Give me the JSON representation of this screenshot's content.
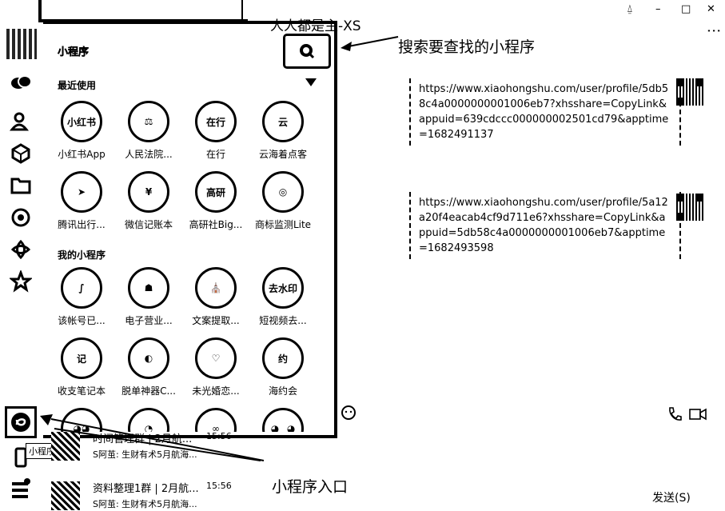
{
  "window": {
    "header_title": "人人都是主-XS",
    "pin_icon": "⍙",
    "minimize": "–",
    "maximize": "□",
    "close": "✕",
    "more": "⋮"
  },
  "panel": {
    "title": "小程序",
    "recent_section": "最近使用",
    "my_section": "我的小程序",
    "recent_apps": [
      {
        "label": "小红书App",
        "glyph": "小红书"
      },
      {
        "label": "人民法院...",
        "glyph": "⚖"
      },
      {
        "label": "在行",
        "glyph": "在行"
      },
      {
        "label": "云海着点客",
        "glyph": "云"
      },
      {
        "label": "腾讯出行...",
        "glyph": "➤"
      },
      {
        "label": "微信记账本",
        "glyph": "¥"
      },
      {
        "label": "高研社Big...",
        "glyph": "高研"
      },
      {
        "label": "商标监测Lite",
        "glyph": "◎"
      }
    ],
    "my_apps": [
      {
        "label": "该帐号已...",
        "glyph": "∫"
      },
      {
        "label": "电子营业...",
        "glyph": "☗"
      },
      {
        "label": "文案提取...",
        "glyph": "⛪"
      },
      {
        "label": "短视频去...",
        "glyph": "去水印"
      },
      {
        "label": "收支笔记本",
        "glyph": "记"
      },
      {
        "label": "脱单神器C...",
        "glyph": "◐"
      },
      {
        "label": "未光婚恋...",
        "glyph": "♡"
      },
      {
        "label": "海约会",
        "glyph": "约"
      }
    ],
    "bottom_row_glyphs": [
      "◕◕",
      "◔",
      "∞",
      "◕‿◕"
    ]
  },
  "sidebar": {
    "tooltip": "小程序面板"
  },
  "chat_list": [
    {
      "name": "时间管理群 | 2月航...",
      "time": "15:56",
      "snippet": "S阿茧: 生财有术5月航海..."
    },
    {
      "name": "资料整理1群 | 2月航...",
      "time": "15:56",
      "snippet": "S阿茧: 生财有术5月航海..."
    }
  ],
  "messages": [
    {
      "text": "https://www.xiaohongshu.com/user/profile/5db58c4a0000000001006eb7?xhsshare=CopyLink&appuid=639cdccc000000002501cd79&apptime=1682491137"
    },
    {
      "text": "https://www.xiaohongshu.com/user/profile/5a12a20f4eacab4cf9d711e6?xhsshare=CopyLink&appuid=5db58c4a0000000001006eb7&apptime=1682493598"
    }
  ],
  "annotations": {
    "search_hint": "搜索要查找的小程序",
    "entry_hint": "小程序入口"
  },
  "composer": {
    "send_label": "发送(S)"
  }
}
